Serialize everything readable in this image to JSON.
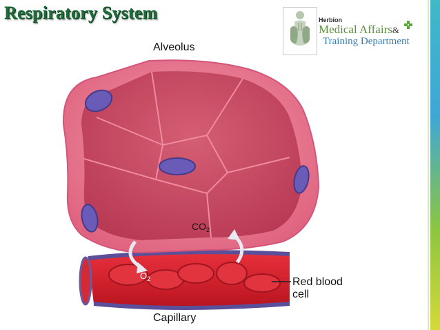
{
  "slide": {
    "title": "Respiratory System"
  },
  "logo": {
    "brand": "Herbion",
    "line1": "Medical Affairs",
    "amp": "&",
    "line2": "Training Department",
    "icon": "lungs-icon",
    "cross_icon": "plus-cross-icon"
  },
  "diagram": {
    "alveolus_label": "Alveolus",
    "capillary_label": "Capillary",
    "rbc_label_line1": "Red blood",
    "rbc_label_line2": "cell",
    "co2_main": "CO",
    "co2_sub": "2",
    "o2_main": "O",
    "o2_sub": "2"
  },
  "colors": {
    "title_green": "#1f6b3a",
    "tissue_pink": "#e8768e",
    "inner_red": "#c8465e",
    "nucleus_purple": "#6a5bb8",
    "vessel_red": "#d01e2a",
    "vessel_wall_purple": "#5b4f9a"
  }
}
